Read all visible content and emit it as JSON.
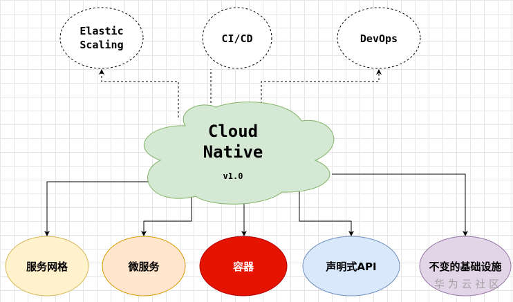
{
  "top_nodes": [
    {
      "line1": "Elastic",
      "line2": "Scaling"
    },
    {
      "label": "CI/CD"
    },
    {
      "label": "DevOps"
    }
  ],
  "center": {
    "line1": "Cloud",
    "line2": "Native",
    "version": "v1.0"
  },
  "bottom_nodes": [
    {
      "label": "服务网格",
      "fill": "#fff2cc",
      "stroke": "#d6b656",
      "text": "#000000"
    },
    {
      "label": "微服务",
      "fill": "#ffe6cc",
      "stroke": "#d79b00",
      "text": "#000000"
    },
    {
      "label": "容器",
      "fill": "#e51400",
      "stroke": "#b20000",
      "text": "#ffffff"
    },
    {
      "label": "声明式API",
      "fill": "#dae8fc",
      "stroke": "#6c8ebf",
      "text": "#000000"
    },
    {
      "label": "不变的基础设施",
      "fill": "#e1d5e7",
      "stroke": "#9673a6",
      "text": "#000000"
    }
  ],
  "watermark": "华 为 云 社 区"
}
